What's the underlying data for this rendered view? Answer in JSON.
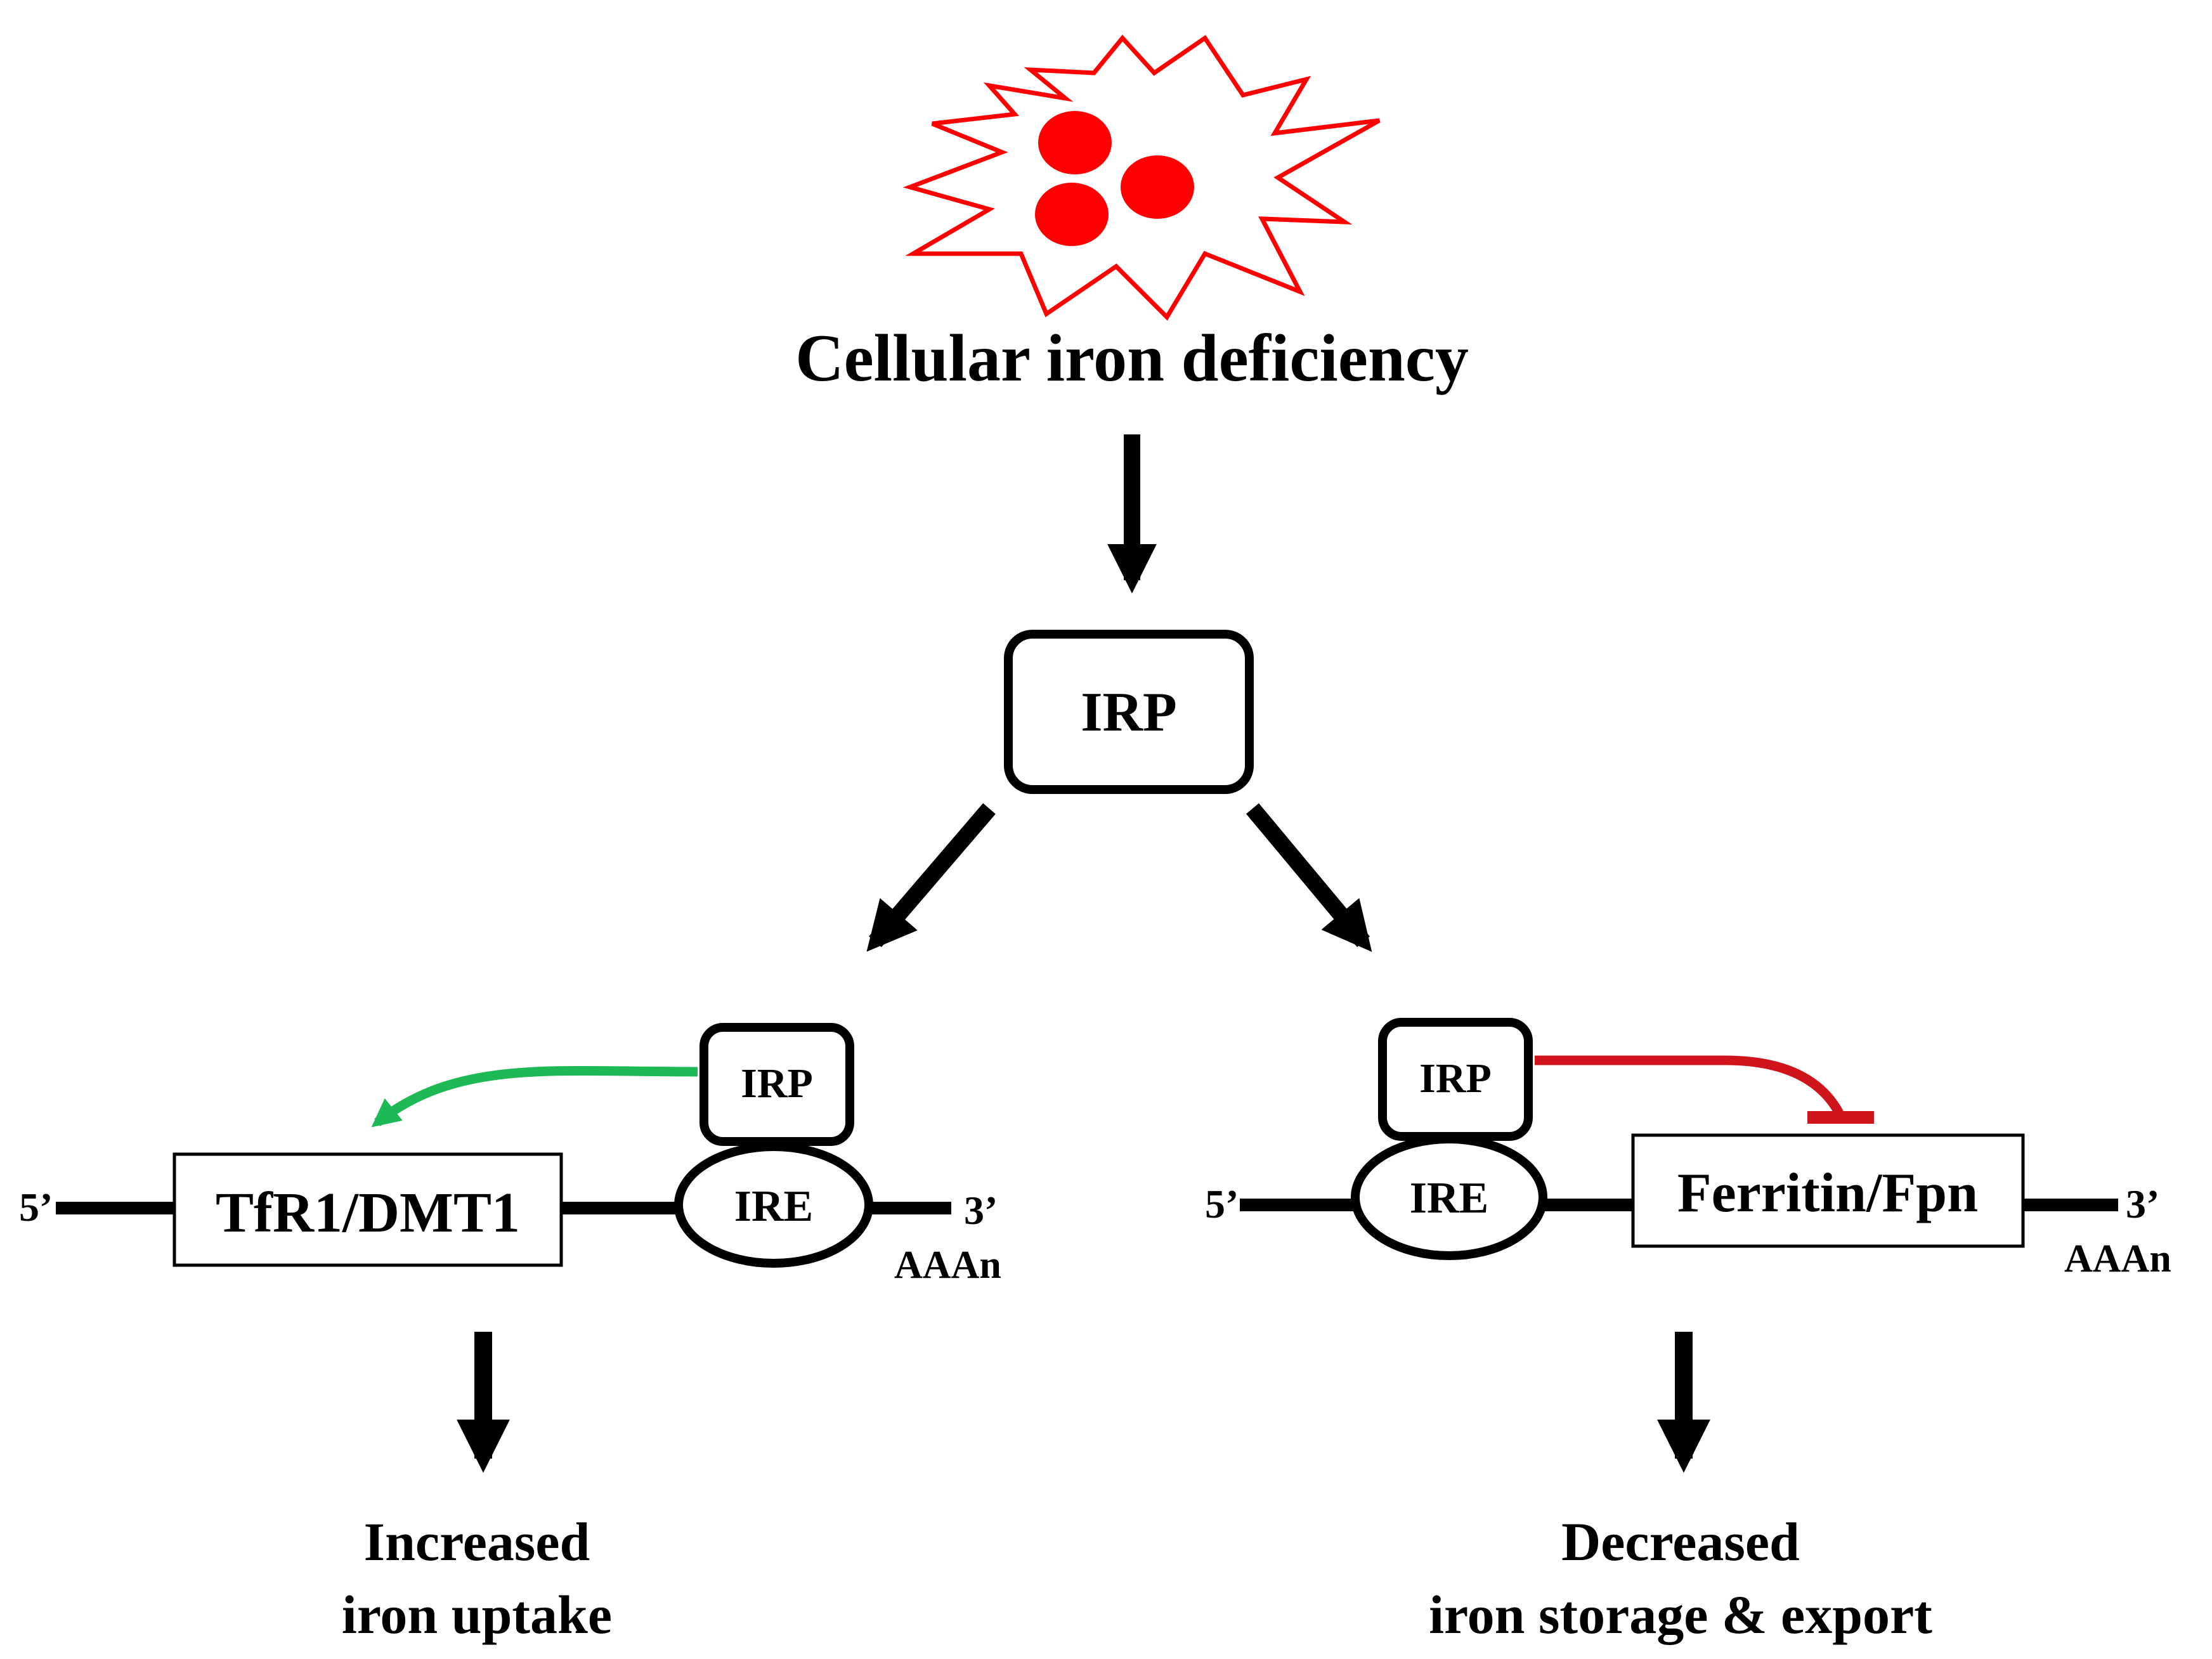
{
  "title": "Cellular iron deficiency",
  "center_node": {
    "label": "IRP"
  },
  "left_branch": {
    "irp_label": "IRP",
    "ire_label": "IRE",
    "gene_label": "TfR1/DMT1",
    "five_prime": "5’",
    "three_prime": "3’",
    "poly_a": "AAAn",
    "outcome_line1": "Increased",
    "outcome_line2": "iron uptake",
    "regulation": "activation"
  },
  "right_branch": {
    "irp_label": "IRP",
    "ire_label": "IRE",
    "gene_label": "Ferritin/Fpn",
    "five_prime": "5’",
    "three_prime": "3’",
    "poly_a": "AAAn",
    "outcome_line1": "Decreased",
    "outcome_line2": "iron storage & export",
    "regulation": "inhibition"
  },
  "colors": {
    "cell_outline": "#ff0000",
    "iron_dots": "#ff0000",
    "activation_arrow": "#1db954",
    "inhibition_arrow": "#d0141c",
    "line": "#000000"
  },
  "icons": [
    "cell-starburst-icon",
    "iron-dot-icon"
  ]
}
